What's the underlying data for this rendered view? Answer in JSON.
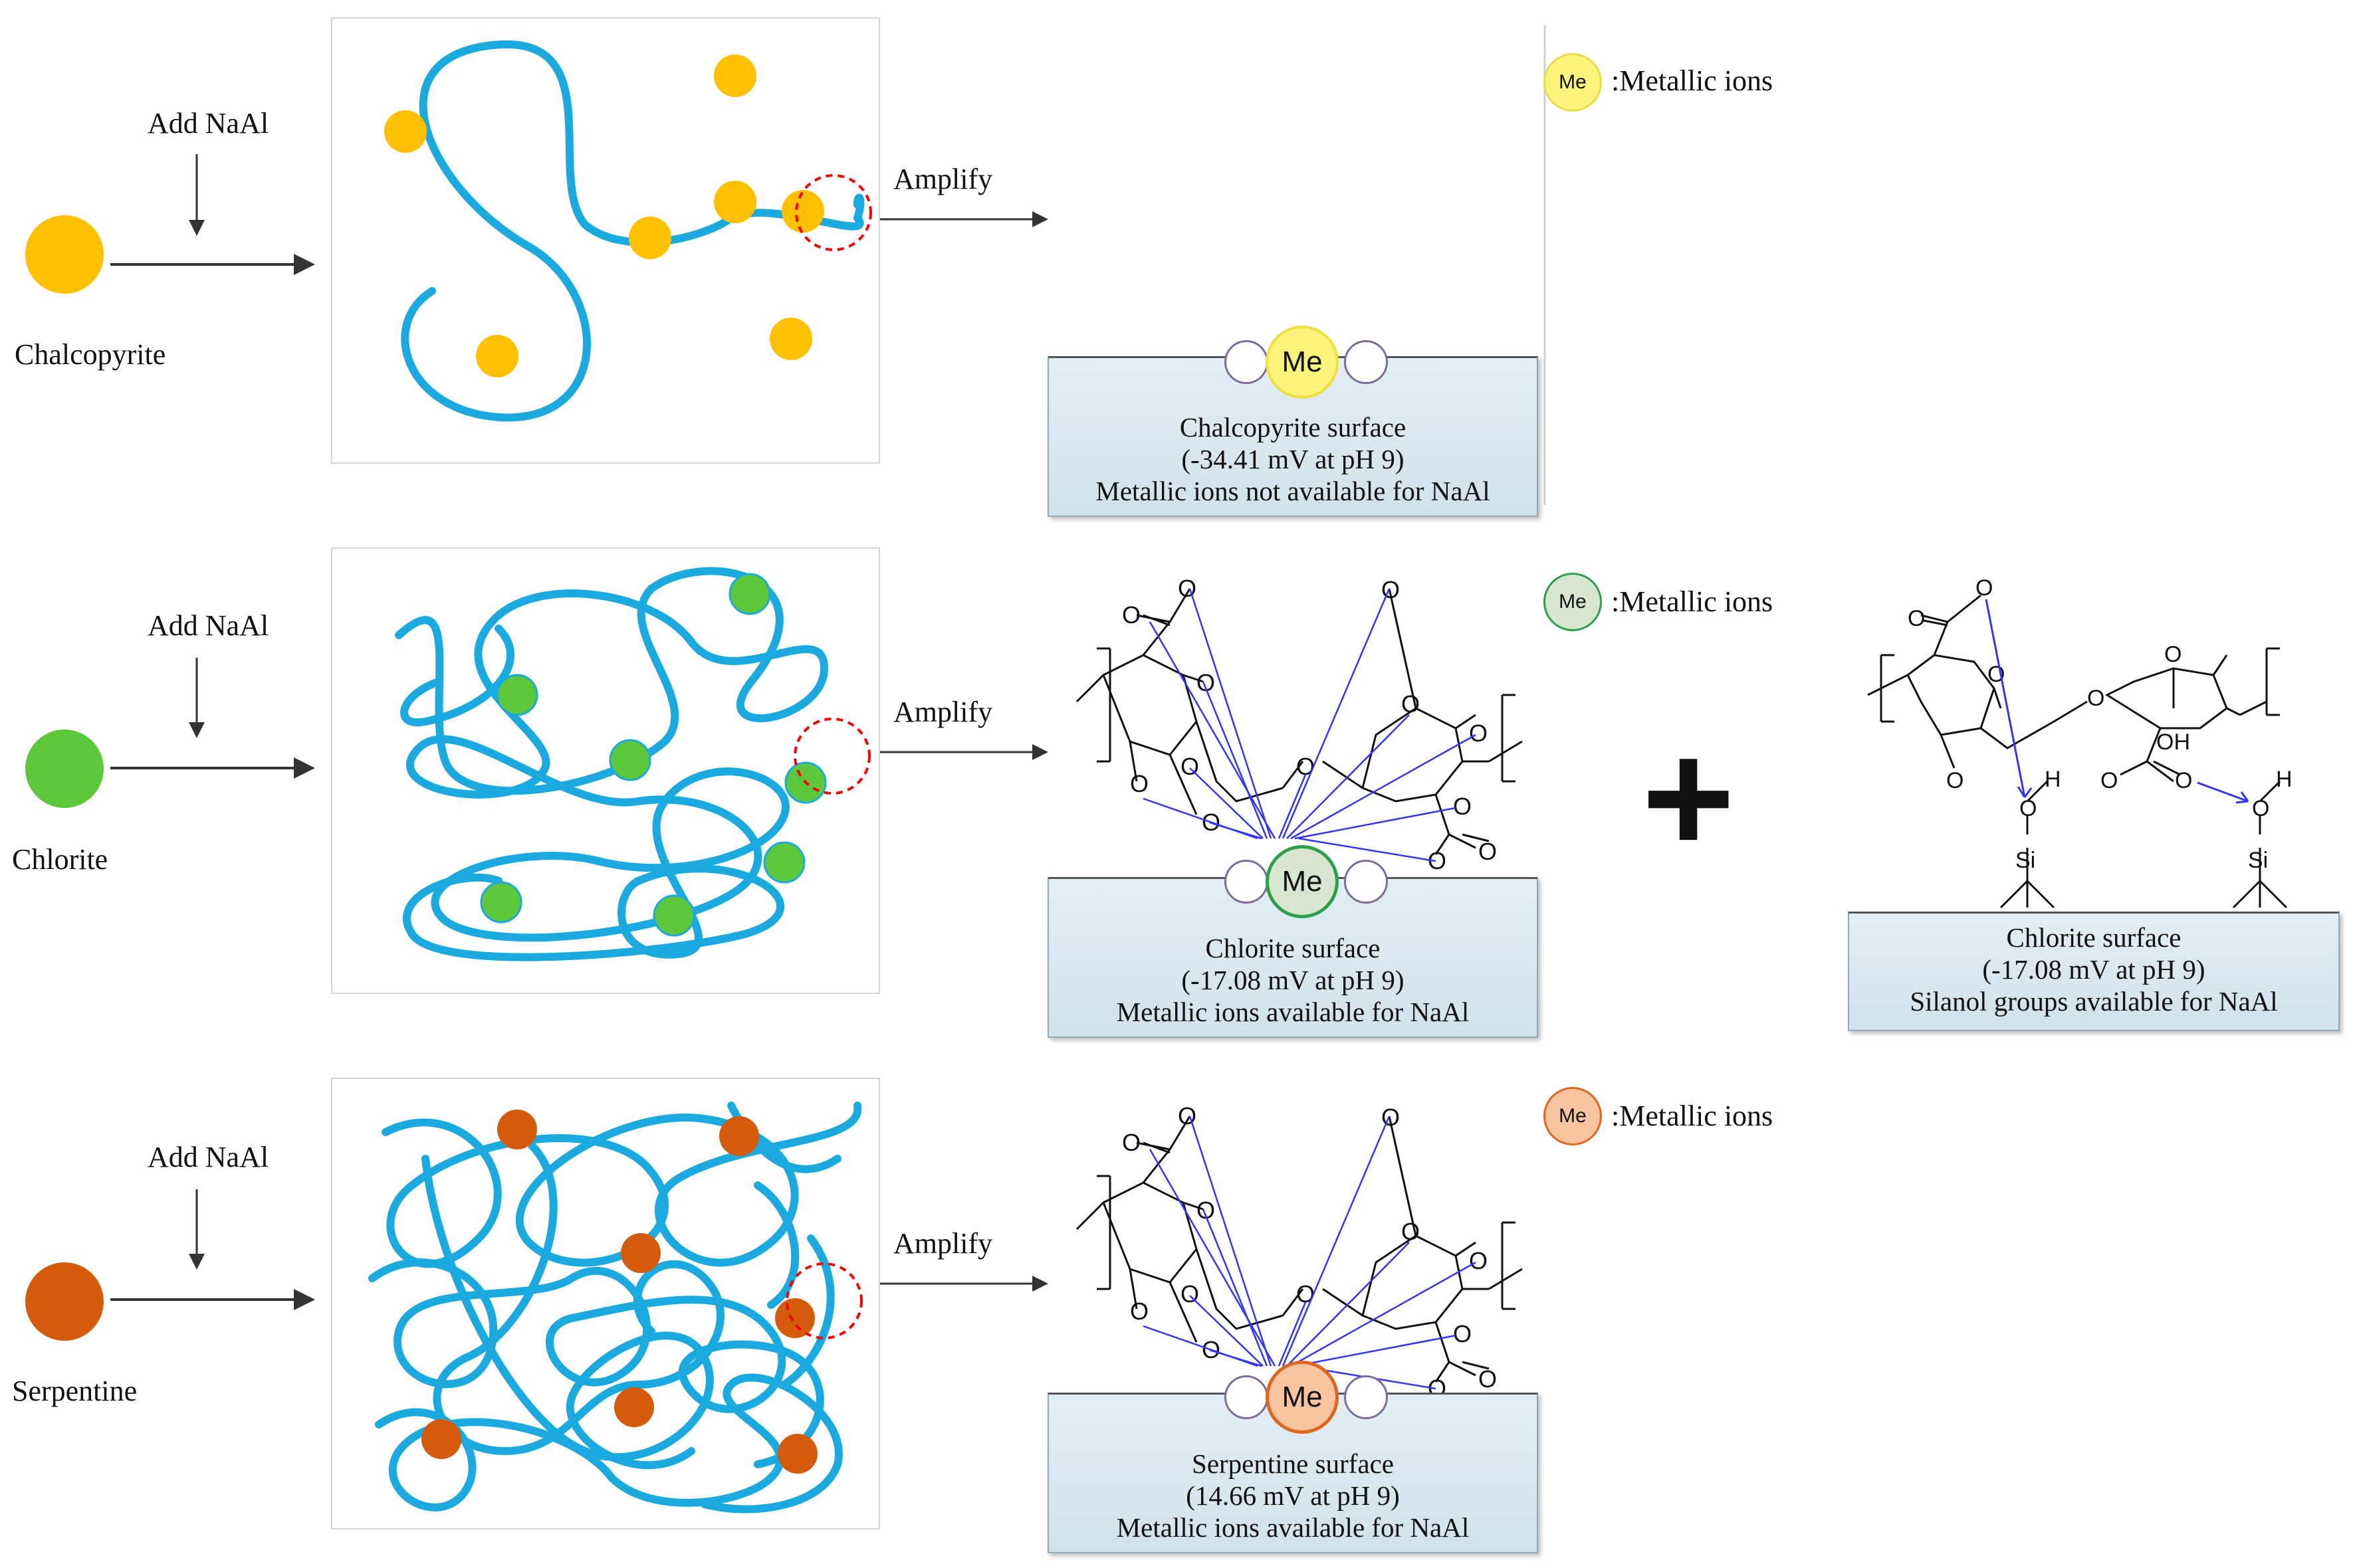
{
  "colors": {
    "chalcopyrite": "#ffc000",
    "chlorite": "#5cc83a",
    "serpentine": "#d35b0b",
    "polymer": "#1aaadf",
    "highlight": "#ff0000",
    "arrow_blue": "#3333ff",
    "surface_fill": "#d9e8f0"
  },
  "rows": [
    {
      "mineral": "Chalcopyrite",
      "add_label": "Add NaAl",
      "amplify_label": "Amplify",
      "me_label": "Me",
      "surface_lines": [
        "Chalcopyrite surface",
        "(-34.41 mV at pH 9)",
        "Metallic ions not available for NaAl"
      ],
      "legend_me": "Me",
      "legend_text": ":Metallic ions"
    },
    {
      "mineral": "Chlorite",
      "add_label": "Add NaAl",
      "amplify_label": "Amplify",
      "me_label": "Me",
      "surface_lines": [
        "Chlorite surface",
        "(-17.08 mV at pH 9)",
        "Metallic ions available for NaAl"
      ],
      "legend_me": "Me",
      "legend_text": ":Metallic ions"
    },
    {
      "mineral": "Serpentine",
      "add_label": "Add NaAl",
      "amplify_label": "Amplify",
      "me_label": "Me",
      "surface_lines": [
        "Serpentine surface",
        "(14.66 mV at pH 9)",
        "Metallic ions available for NaAl"
      ],
      "legend_me": "Me",
      "legend_text": ":Metallic ions"
    }
  ],
  "silanol_panel": {
    "surface_lines": [
      "Chlorite surface",
      "(-17.08 mV at pH 9)",
      "Silanol groups available for NaAl"
    ],
    "plus_sign": "+",
    "atoms": {
      "o": "O",
      "oh": "OH",
      "h": "H",
      "si": "Si"
    }
  },
  "chem_atoms": {
    "o": "O"
  }
}
